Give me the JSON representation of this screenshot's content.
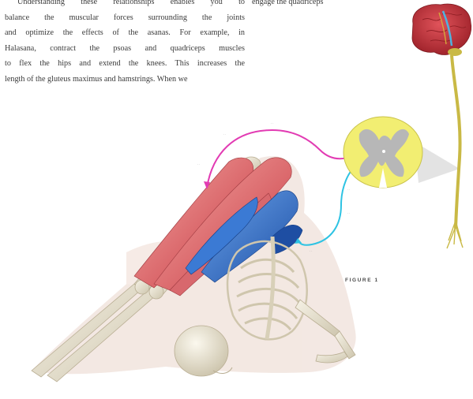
{
  "text": {
    "lines": [
      "Understanding these relationships enables you to",
      "balance the muscular forces surrounding the joints",
      "and optimize the effects of the asanas. For example, in",
      "Halasana, contract the psoas and quadriceps muscles",
      "to flex the hips and extend the knees. This increases the",
      "length of the gluteus maximus and hamstrings. When we"
    ],
    "right_column": "engage the quadriceps"
  },
  "figure": {
    "label": "FIGURE 1",
    "icons": [
      "brain-icon",
      "spinal-cord-icon",
      "spinal-cross-section-icon",
      "skeleton-icon",
      "neural-arc-icon"
    ],
    "colors": {
      "hamstrings": "#e3787a",
      "psoas_quadriceps": "#2f6fc9",
      "motor_arc": "#e23bb3",
      "sensory_arc": "#2ec3e3",
      "cord_gray_matter": "#b7b7b7",
      "cord_white_matter": "#f2ee72",
      "bone": "#e8e2cf",
      "brain": "#c8333a"
    }
  }
}
